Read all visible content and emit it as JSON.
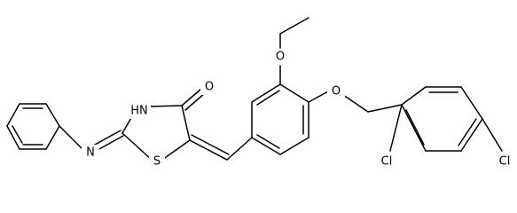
{
  "labels": {
    "o_ethoxy": "O",
    "o_ether": "O",
    "o_carbonyl": "O",
    "nh": "HN",
    "s": "S",
    "n_imine": "N",
    "cl_ortho": "Cl",
    "cl_para": "Cl"
  },
  "colors": {
    "bond": "#000000",
    "text": "#000000",
    "background": "#ffffff"
  }
}
